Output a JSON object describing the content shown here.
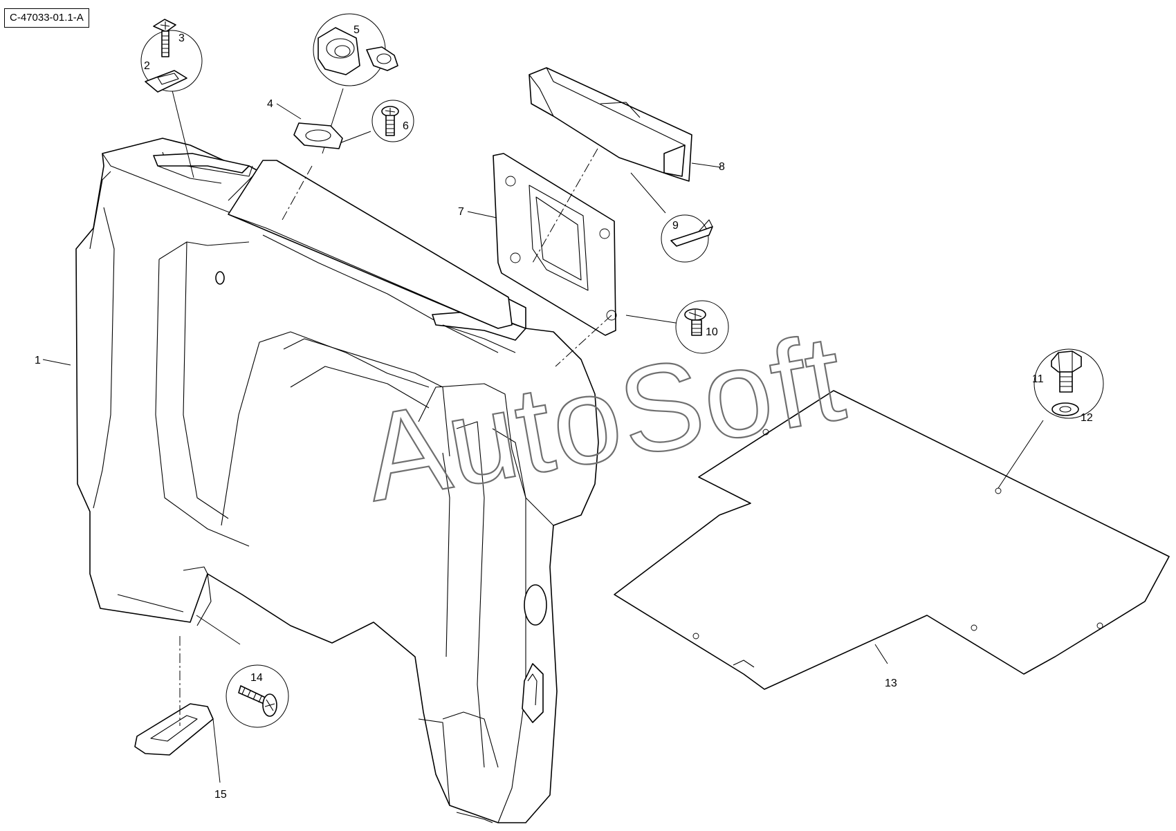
{
  "reference_code": "C-47033-01.1-A",
  "watermark": "AutoSoft",
  "callouts": {
    "c1": "1",
    "c2": "2",
    "c3": "3",
    "c4": "4",
    "c5": "5",
    "c6": "6",
    "c7": "7",
    "c8": "8",
    "c9": "9",
    "c10": "10",
    "c11": "11",
    "c12": "12",
    "c13": "13",
    "c14": "14",
    "c15": "15"
  }
}
